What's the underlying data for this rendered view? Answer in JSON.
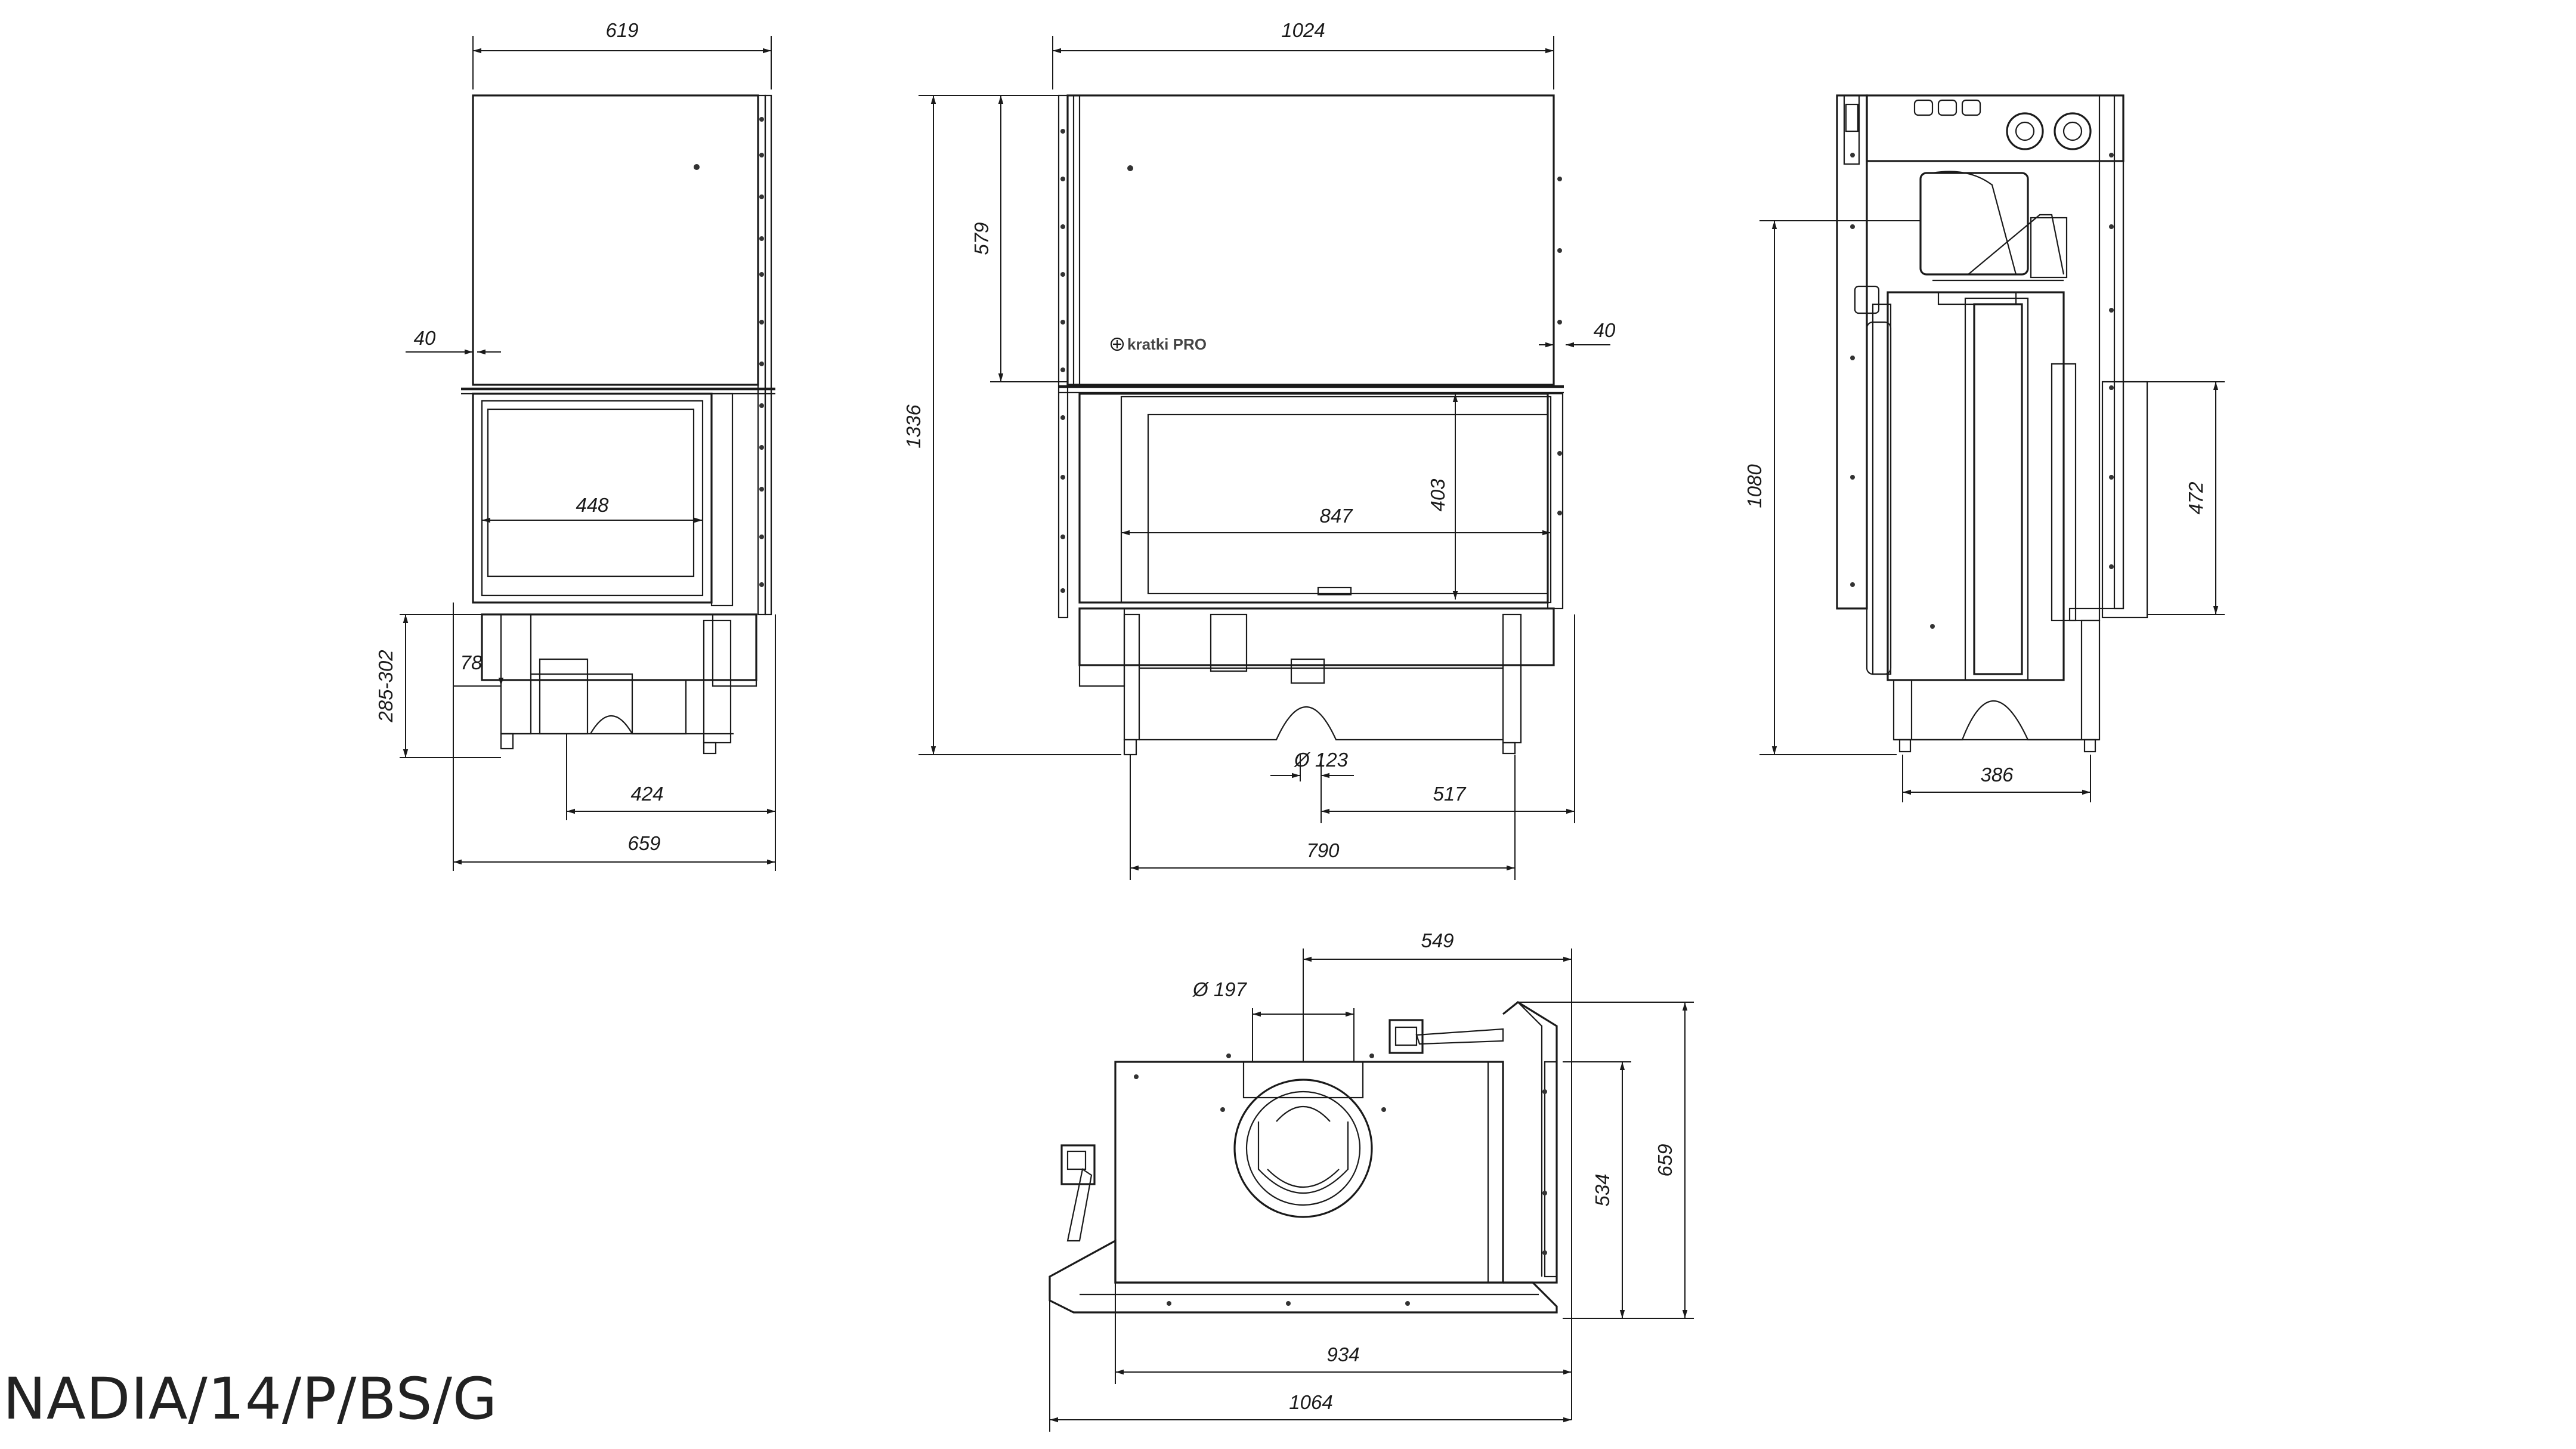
{
  "title": "NADIA/14/P/BS/G",
  "brand_mark": "kratki PRO",
  "views": {
    "side": {
      "width_top": "619",
      "frame_offset": "40",
      "glass_width": "448",
      "leg_height": "285-302",
      "foot_offset": "78",
      "base_depth": "424",
      "total_depth": "659"
    },
    "front": {
      "width_top": "1024",
      "hood_height": "579",
      "total_height": "1336",
      "frame_offset": "40",
      "glass_height": "403",
      "glass_width": "847",
      "flue_diameter": "Ø 123",
      "flue_offset": "517",
      "base_width": "790"
    },
    "rear": {
      "outlet_height": "1080",
      "vent_height": "472",
      "base_width": "386"
    },
    "top": {
      "flue_offset": "549",
      "flue_diameter": "Ø 197",
      "inner_depth": "534",
      "total_depth": "659",
      "inner_width": "934",
      "total_width": "1064"
    }
  }
}
